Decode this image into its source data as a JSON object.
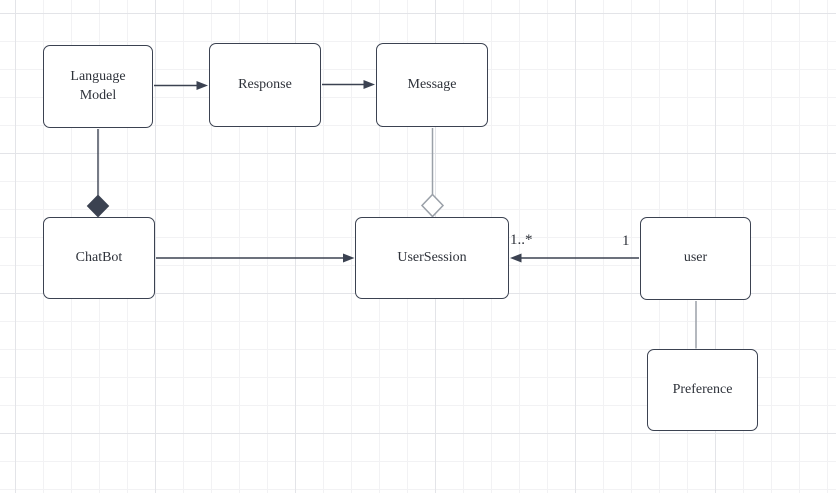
{
  "nodes": [
    {
      "id": "language-model",
      "label": "Language Model"
    },
    {
      "id": "response",
      "label": "Response"
    },
    {
      "id": "message",
      "label": "Message"
    },
    {
      "id": "chatbot",
      "label": "ChatBot"
    },
    {
      "id": "user-session",
      "label": "UserSession"
    },
    {
      "id": "user",
      "label": "user"
    },
    {
      "id": "preference",
      "label": "Preference"
    }
  ],
  "edges": [
    {
      "from": "language-model",
      "to": "response",
      "type": "arrow"
    },
    {
      "from": "response",
      "to": "message",
      "type": "arrow"
    },
    {
      "from": "language-model",
      "to": "chatbot",
      "type": "composition-filled-diamond"
    },
    {
      "from": "message",
      "to": "user-session",
      "type": "aggregation-hollow-diamond"
    },
    {
      "from": "chatbot",
      "to": "user-session",
      "type": "arrow"
    },
    {
      "from": "user",
      "to": "user-session",
      "type": "arrow",
      "source_label": "1",
      "target_label": "1..*"
    },
    {
      "from": "user",
      "to": "preference",
      "type": "line"
    }
  ],
  "colors": {
    "node_border": "#3b4251",
    "node_fill": "#ffffff",
    "edge_dark": "#3b4251",
    "edge_light": "#9aa0a8",
    "text": "#2e323a",
    "grid_minor": "#f2f2f4",
    "grid_major": "#e3e4e8",
    "canvas_bg": "#ffffff"
  }
}
